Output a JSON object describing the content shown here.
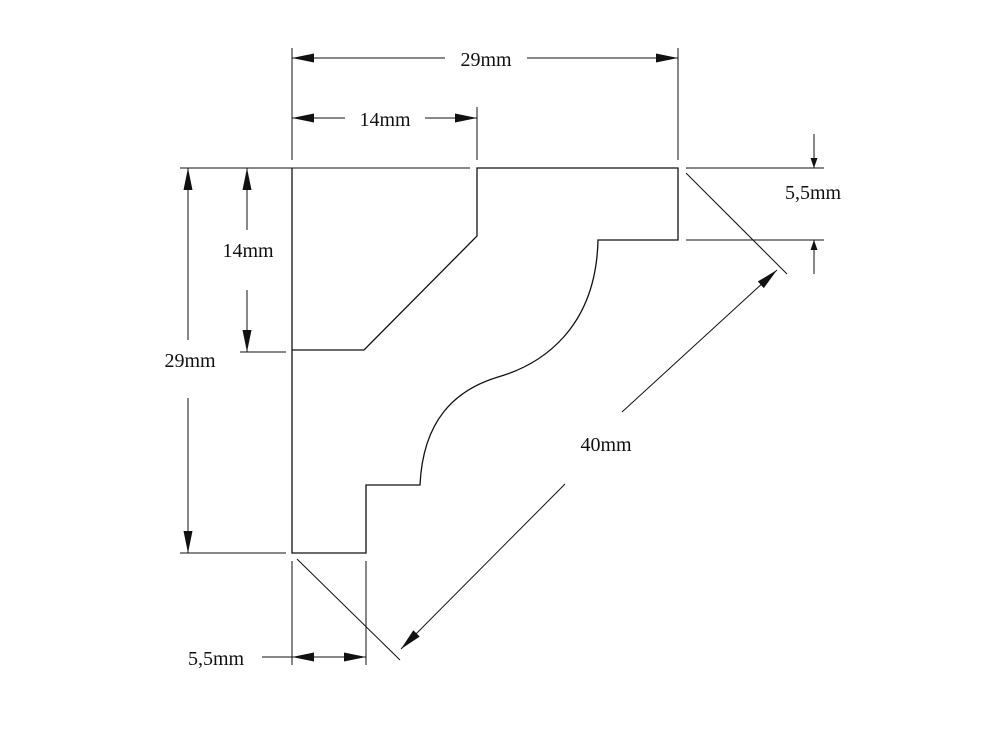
{
  "diagram": {
    "dimensions": {
      "top_width": "29mm",
      "top_inner_width": "14mm",
      "left_height": "29mm",
      "left_inner_height": "14mm",
      "right_lip": "5,5mm",
      "bottom_lip": "5,5mm",
      "diagonal": "40mm"
    },
    "colors": {
      "line": "#111111",
      "background": "#ffffff"
    }
  }
}
